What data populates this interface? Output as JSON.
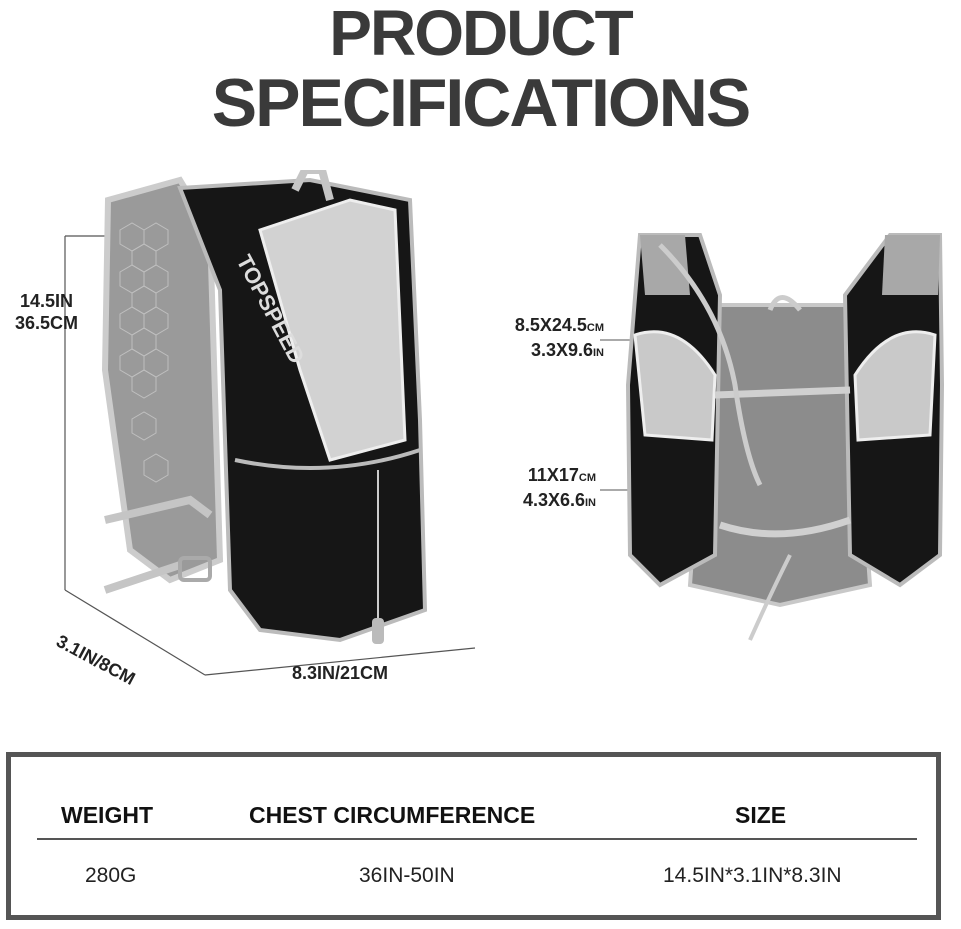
{
  "header": {
    "line1": "PRODUCT",
    "line2": "SPECIFICATIONS"
  },
  "left_pack": {
    "brand": "TOPSPEED",
    "height_label": {
      "in": "14.5IN",
      "cm": "36.5CM"
    },
    "depth_label": "3.1IN/8CM",
    "width_label": "8.3IN/21CM"
  },
  "right_pack": {
    "upper_pocket": {
      "cm_value": "8.5X24.5",
      "cm_unit": "CM",
      "in_value": "3.3X9.6",
      "in_unit": "IN"
    },
    "lower_pocket": {
      "cm_value": "11X17",
      "cm_unit": "CM",
      "in_value": "4.3X6.6",
      "in_unit": "IN"
    }
  },
  "specs_table": {
    "headers": [
      "WEIGHT",
      "CHEST CIRCUMFERENCE",
      "SIZE"
    ],
    "row": [
      "280G",
      "36IN-50IN",
      "14.5IN*3.1IN*8.3IN"
    ]
  },
  "colors": {
    "title": "#3a3a3a",
    "pack_dark": "#161616",
    "pack_light": "#c9c9c9",
    "border": "#555555"
  }
}
